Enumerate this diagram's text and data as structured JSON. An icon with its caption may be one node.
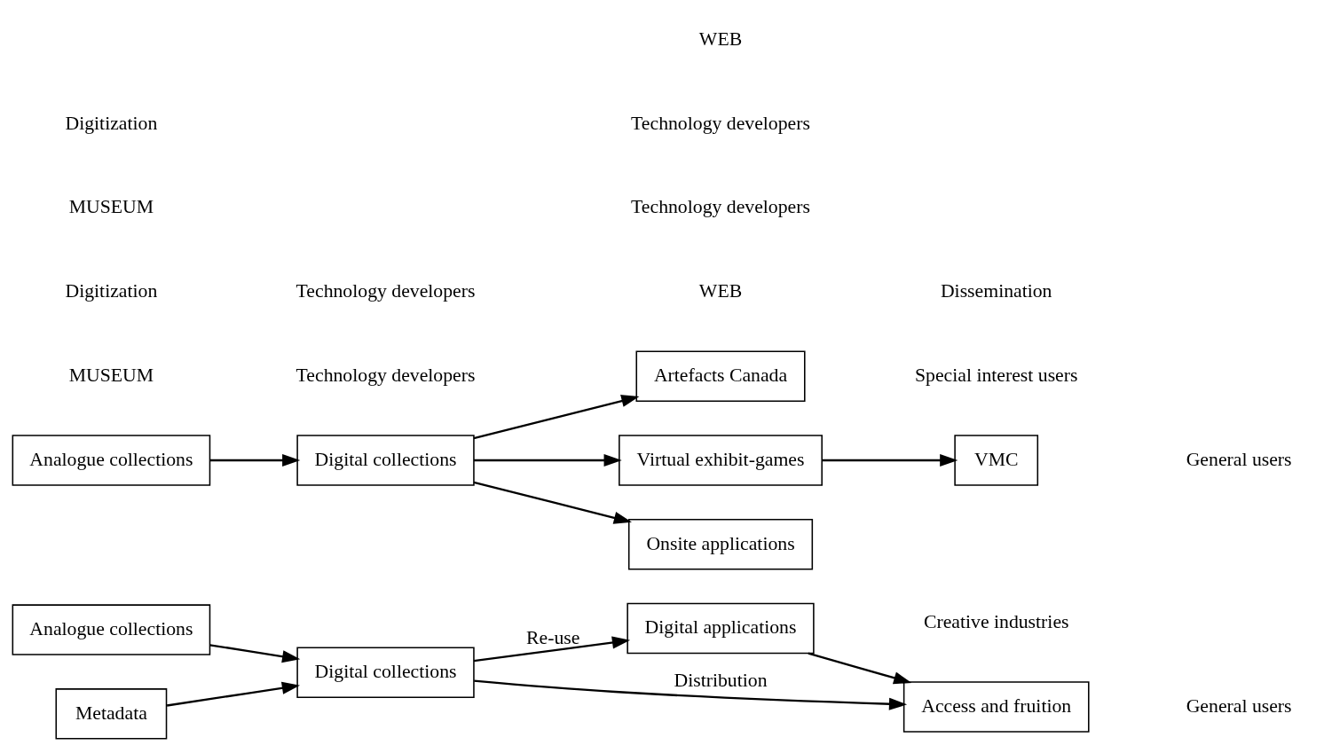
{
  "diagram": {
    "nodes": [
      {
        "text": [
          "Analogue collections"
        ]
      },
      {
        "text": [
          "Metadata"
        ]
      },
      {
        "text": [
          "Digital collections"
        ]
      },
      {
        "text": [
          "Digital applications"
        ]
      },
      {
        "text": [
          "Access and fruition"
        ]
      },
      {
        "text": [
          "Analogue collections"
        ]
      },
      {
        "text": [
          "Digital collections"
        ]
      },
      {
        "text": [
          "Artefacts Canada"
        ]
      },
      {
        "text": [
          "Virtual exhibit-games"
        ]
      },
      {
        "text": [
          "VMC"
        ]
      },
      {
        "text": [
          "Onsite applications"
        ]
      }
    ],
    "edges": [
      {
        "from": 0,
        "to": 2,
        "arrow": "to"
      },
      {
        "from": 1,
        "to": 2,
        "arrow": "to"
      },
      {
        "from": 2,
        "to": 3,
        "arrow": "to",
        "label": "Re-use"
      },
      {
        "from": 2,
        "to": 4,
        "arrow": "to",
        "label": "Distribution"
      },
      {
        "from": 3,
        "to": 4,
        "arrow": "to"
      },
      {
        "from": 5,
        "to": 6,
        "arrow": "to"
      },
      {
        "from": 6,
        "to": 7,
        "arrow": "to"
      },
      {
        "from": 6,
        "to": 8,
        "arrow": "to"
      },
      {
        "from": 6,
        "to": 10,
        "arrow": "to"
      },
      {
        "from": 8,
        "to": 9,
        "arrow": "to"
      }
    ],
    "labels": [
      "MUSEUM",
      "WEB",
      "Technology developers",
      "Technology developers",
      "Creative industries",
      "General users",
      "Digitization",
      "MUSEUM",
      "Technology developers",
      "Technology developers",
      "WEB",
      "Special interest users",
      "General users",
      "Digitization",
      "Dissemination"
    ]
  }
}
